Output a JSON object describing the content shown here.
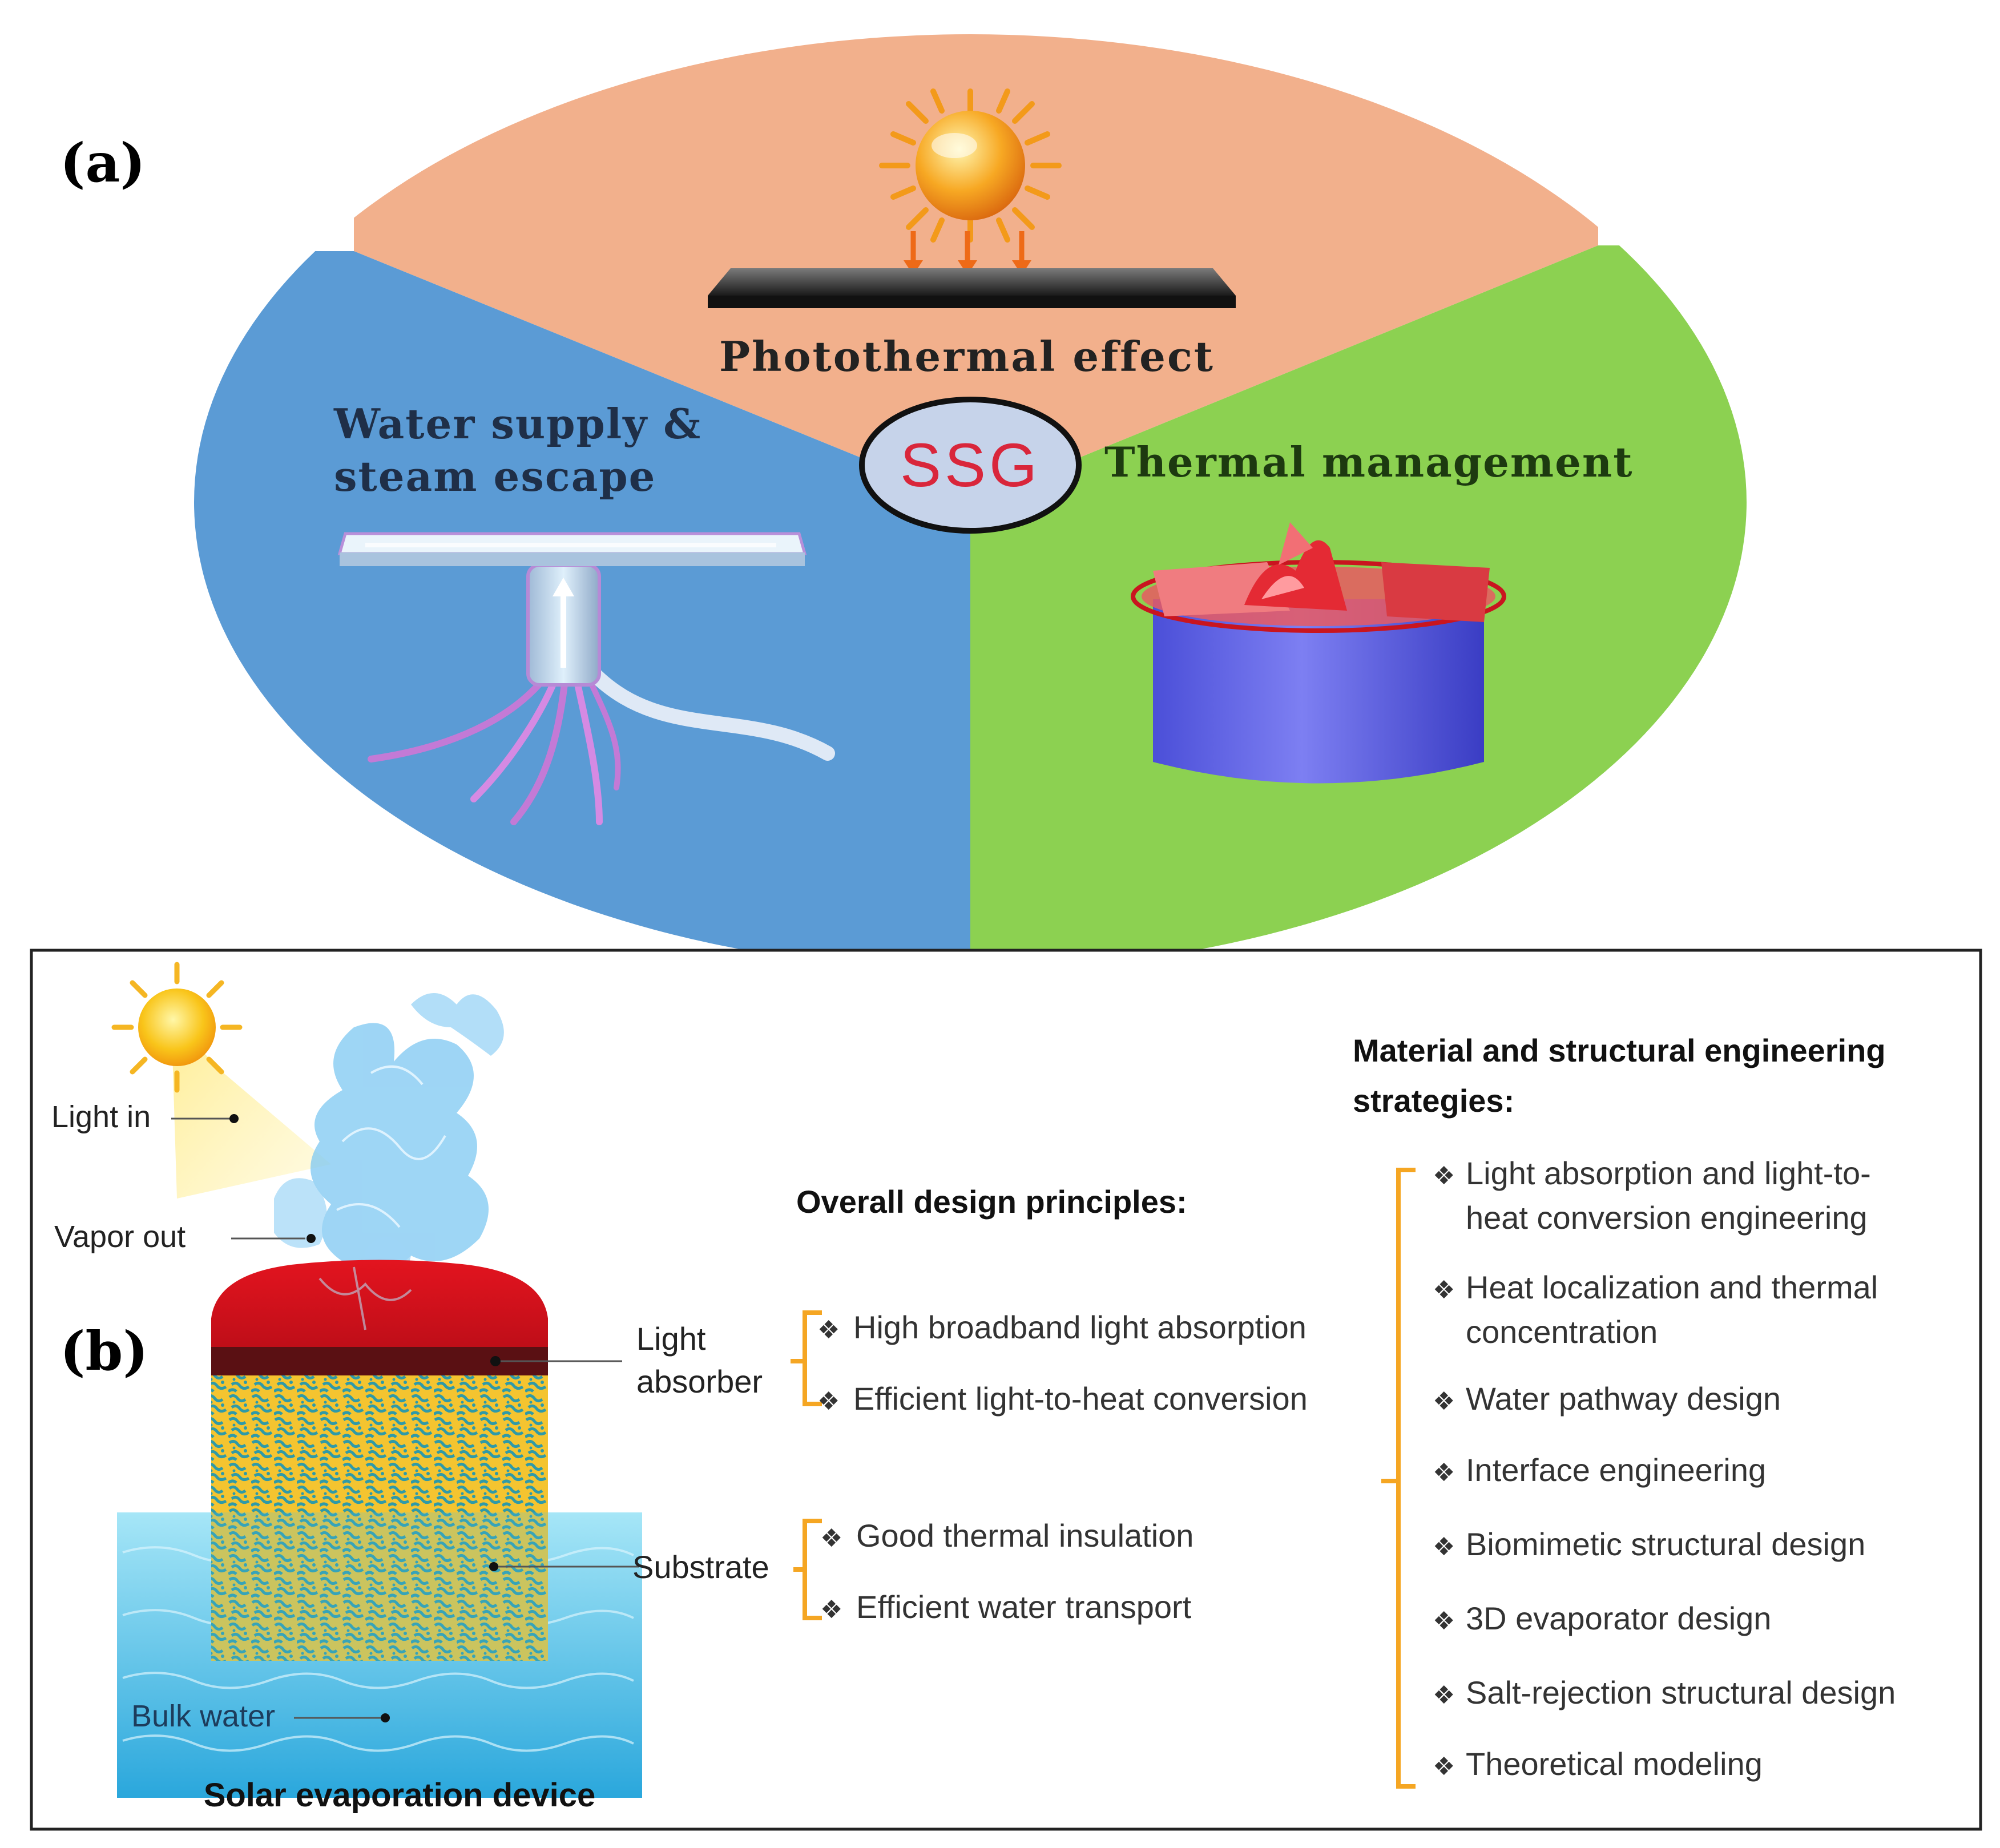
{
  "panel_a": {
    "label": "(a)",
    "center_label": "SSG",
    "sectors": {
      "top": "Photothermal effect",
      "left_line1": "Water supply &",
      "left_line2": "steam escape",
      "right": "Thermal management"
    },
    "colors": {
      "top": "#f2b08c",
      "left": "#5b9bd5",
      "right": "#8cd151",
      "center_fill": "#c6d3ea",
      "center_text": "#d9263b"
    }
  },
  "panel_b": {
    "label": "(b)",
    "device_title": "Solar evaporation device",
    "callouts": {
      "light_in": "Light in",
      "vapor_out": "Vapor out",
      "bulk_water": "Bulk water",
      "light_absorber_line1": "Light",
      "light_absorber_line2": "absorber",
      "substrate": "Substrate"
    },
    "overall_heading": "Overall design principles:",
    "absorber_items": [
      "High broadband light absorption",
      "Efficient light-to-heat conversion"
    ],
    "substrate_items": [
      "Good thermal insulation",
      "Efficient water transport"
    ],
    "strategies_heading_line1": "Material and structural engineering",
    "strategies_heading_line2": "strategies:",
    "strategies": [
      [
        "Light absorption and light-to-",
        "heat conversion engineering"
      ],
      [
        "Heat localization and thermal",
        "concentration"
      ],
      [
        "Water pathway design"
      ],
      [
        "Interface engineering"
      ],
      [
        "Biomimetic structural design"
      ],
      [
        "3D evaporator design"
      ],
      [
        "Salt-rejection structural design"
      ],
      [
        "Theoretical modeling"
      ]
    ],
    "bullet": "❖",
    "colors": {
      "bracket": "#f5a623",
      "absorber_red": "#c8101e",
      "substrate_yellow": "#f4c430",
      "substrate_teal": "#2f9aa8",
      "water": "#4fc3e8"
    }
  }
}
